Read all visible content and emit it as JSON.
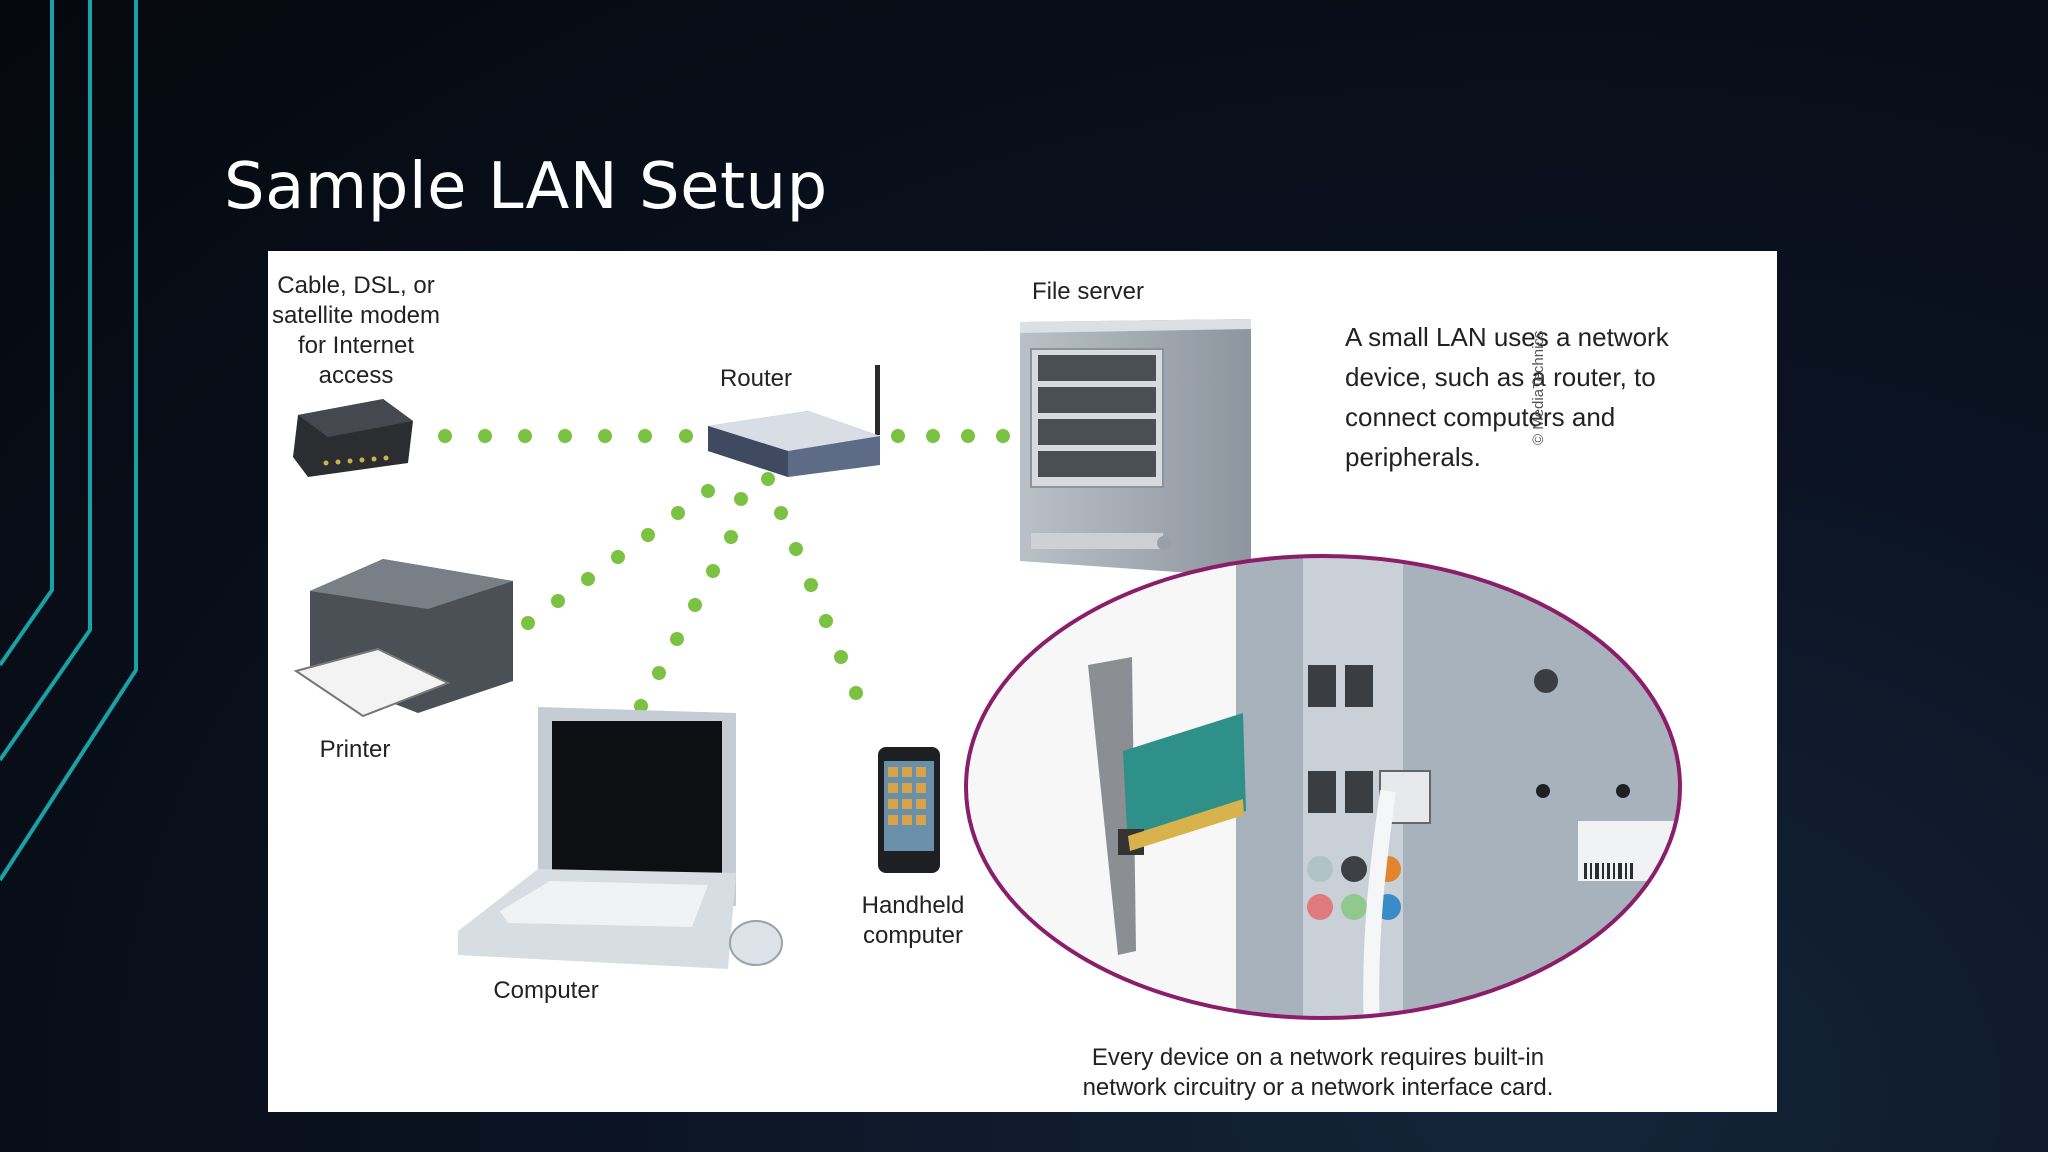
{
  "slide": {
    "title": "Sample LAN Setup"
  },
  "diagram": {
    "labels": {
      "modem": "Cable, DSL, or\nsatellite modem\nfor Internet\naccess",
      "router": "Router",
      "file_server": "File server",
      "printer": "Printer",
      "computer": "Computer",
      "handheld": "Handheld\ncomputer"
    },
    "description": "A small LAN uses a network\ndevice, such as a router, to\nconnect computers and\nperipherals.",
    "caption": "Every device on a network requires built-in\nnetwork circuitry or a network interface card.",
    "credit": "© MediaTechnics",
    "colors": {
      "link_dots": "#7cc242",
      "inset_ring": "#8b1e6b"
    }
  }
}
